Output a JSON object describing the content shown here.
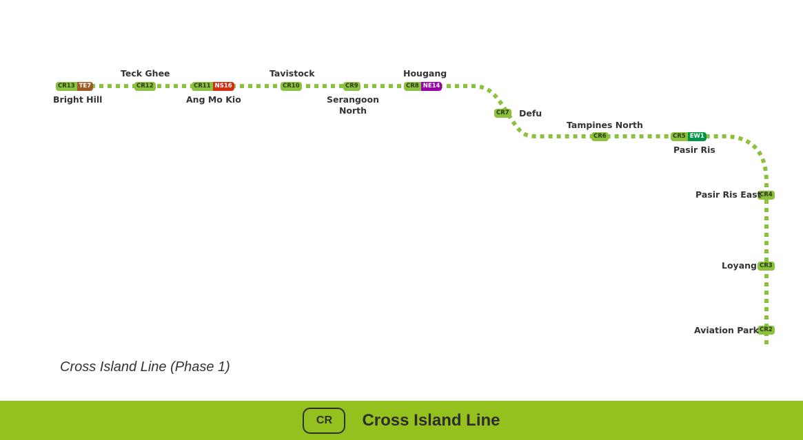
{
  "line_color": "#8cc13f",
  "stations": [
    {
      "code": "CR13",
      "name": "Bright Hill",
      "interchange": "TE7",
      "ic_color": "#9d5b25"
    },
    {
      "code": "CR12",
      "name": "Teck Ghee"
    },
    {
      "code": "CR11",
      "name": "Ang Mo Kio",
      "interchange": "NS16",
      "ic_color": "#d42e12"
    },
    {
      "code": "CR10",
      "name": "Tavistock"
    },
    {
      "code": "CR9",
      "name": "Serangoon North"
    },
    {
      "code": "CR8",
      "name": "Hougang",
      "interchange": "NE14",
      "ic_color": "#9900aa"
    },
    {
      "code": "CR7",
      "name": "Defu"
    },
    {
      "code": "CR6",
      "name": "Tampines North"
    },
    {
      "code": "CR5",
      "name": "Pasir Ris",
      "interchange": "EW1",
      "ic_color": "#009645"
    },
    {
      "code": "CR4",
      "name": "Pasir Ris East"
    },
    {
      "code": "CR3",
      "name": "Loyang"
    },
    {
      "code": "CR2",
      "name": "Aviation Park"
    }
  ],
  "caption": "Cross Island Line (Phase 1)",
  "footer": {
    "code": "CR",
    "name": "Cross Island Line",
    "color": "#95c11f"
  }
}
